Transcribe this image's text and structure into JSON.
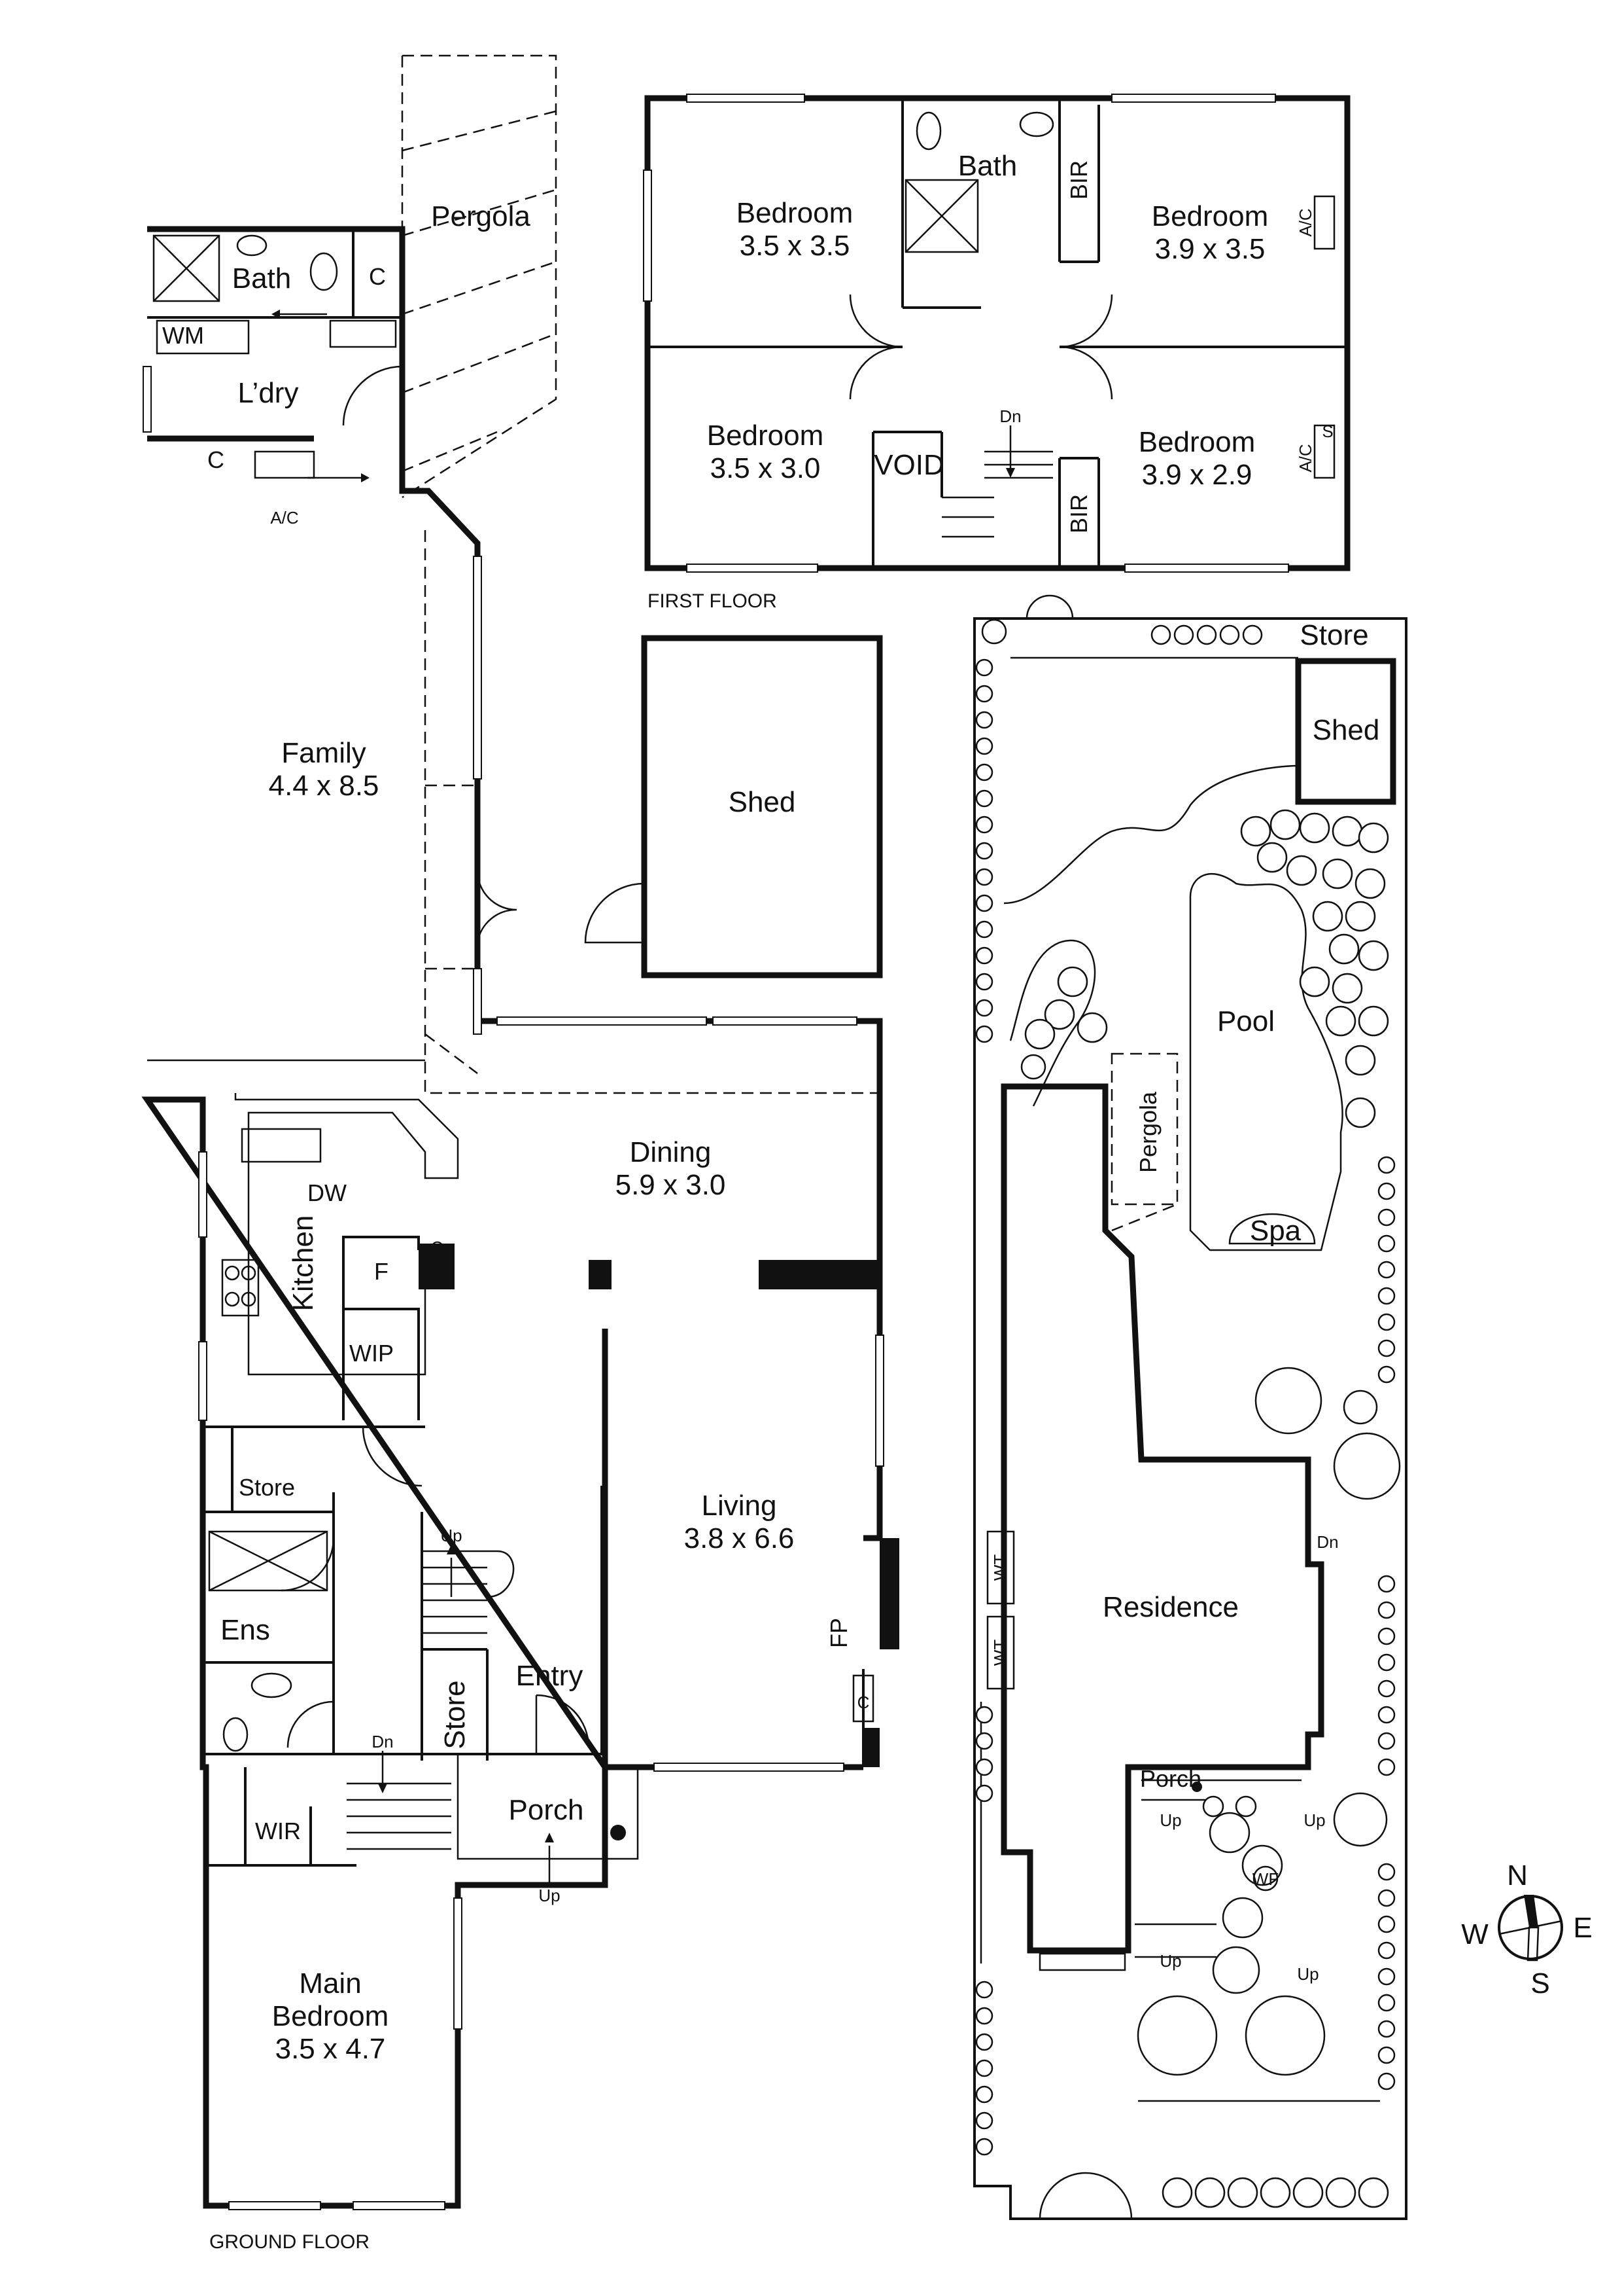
{
  "floors": {
    "first_floor_caption": "FIRST FLOOR",
    "ground_floor_caption": "GROUND FLOOR"
  },
  "first_floor": {
    "bedroom_nw": {
      "name": "Bedroom",
      "size": "3.5 x 3.5"
    },
    "bath": "Bath",
    "bir_north": "BIR",
    "bedroom_ne": {
      "name": "Bedroom",
      "size": "3.9 x 3.5"
    },
    "ac_ne": "A/C",
    "bedroom_sw": {
      "name": "Bedroom",
      "size": "3.5 x 3.0"
    },
    "void": "VOID",
    "dn": "Dn",
    "bir_south": "BIR",
    "bedroom_se": {
      "name": "Bedroom",
      "size": "3.9 x 2.9"
    },
    "ac_se": "A/C",
    "s_mark": "S"
  },
  "ground_floor": {
    "pergola": "Pergola",
    "bath": "Bath",
    "c_bath": "C",
    "wm": "WM",
    "laundry": "L’dry",
    "c_laundry": "C",
    "ac": "A/C",
    "family": {
      "name": "Family",
      "size": "4.4 x 8.5"
    },
    "shed": "Shed",
    "dw": "DW",
    "dining": {
      "name": "Dining",
      "size": "5.9 x 3.0"
    },
    "kitchen": "Kitchen",
    "fridge": "F",
    "c_small": "C",
    "wip": "WIP",
    "store_1": "Store",
    "living": {
      "name": "Living",
      "size": "3.8 x 6.6"
    },
    "up_stair": "Up",
    "ens": "Ens",
    "fp": "FP",
    "c_living": "C",
    "store_2": "Store",
    "entry": "Entry",
    "dn": "Dn",
    "porch": "Porch",
    "up_porch": "Up",
    "wir": "WIR",
    "main_bedroom": {
      "name": "Main",
      "line2": "Bedroom",
      "size": "3.5 x 4.7"
    }
  },
  "site_plan": {
    "store": "Store",
    "shed": "Shed",
    "pool": "Pool",
    "pergola": "Pergola",
    "spa": "Spa",
    "wt_1": "WT",
    "wt_2": "WT",
    "residence": "Residence",
    "dn": "Dn",
    "porch": "Porch",
    "up_1": "Up",
    "up_2": "Up",
    "up_3": "Up",
    "up_4": "Up",
    "wf": "WF"
  },
  "compass": {
    "n": "N",
    "e": "E",
    "s": "S",
    "w": "W"
  }
}
